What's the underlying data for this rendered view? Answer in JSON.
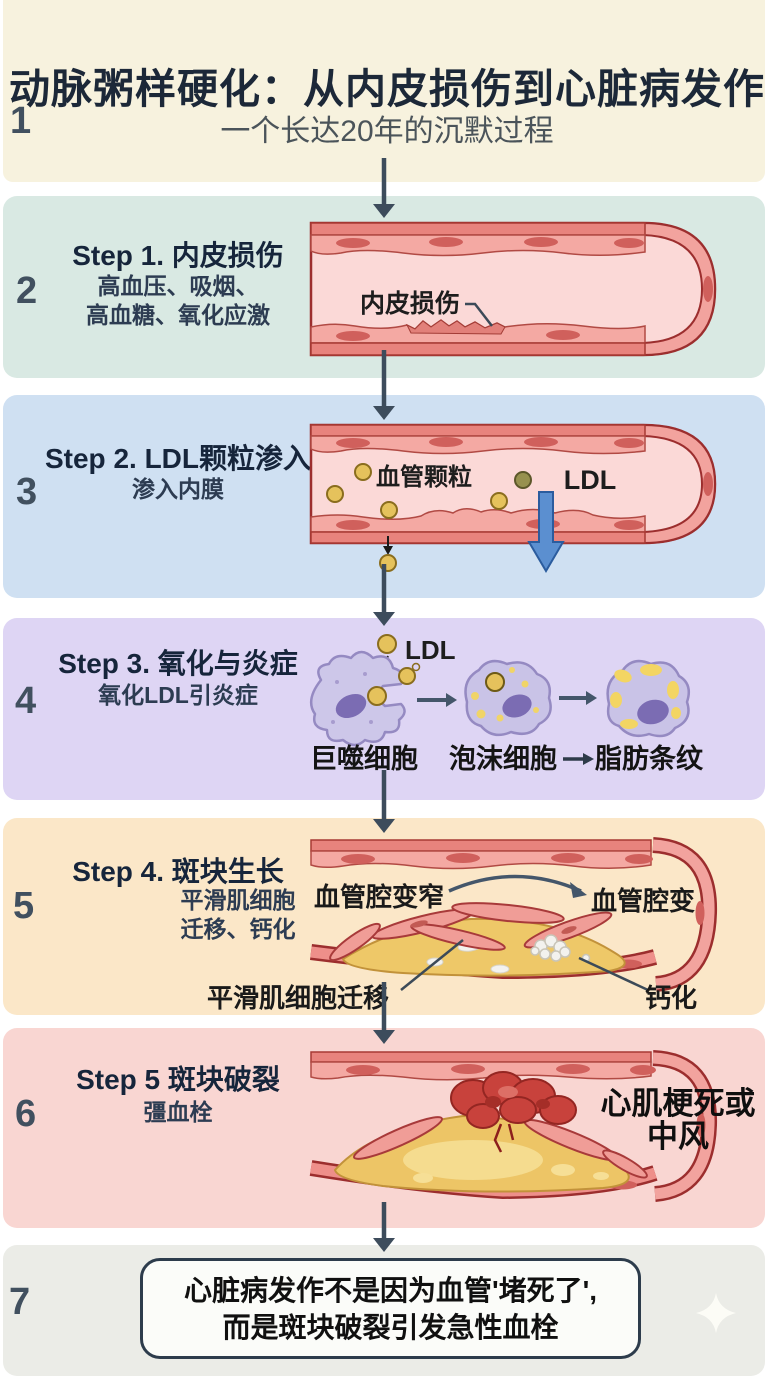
{
  "intro": {
    "number": "1",
    "title": "动脉粥样硬化：从内皮损伤到心脏病发作",
    "subtitle": "一个长达20年的沉默过程"
  },
  "step1": {
    "number": "2",
    "heading": "Step 1. 内皮损伤",
    "line1": "高血压、吸烟、",
    "line2": "高血糖、氧化应激",
    "vessel_label": "内皮损伤"
  },
  "step2": {
    "number": "3",
    "heading": "Step 2. LDL颗粒渗入",
    "line1": "渗入内膜",
    "particles_label": "血管颗粒",
    "ldl_label": "LDL"
  },
  "step3": {
    "number": "4",
    "heading": "Step 3. 氧化与炎症",
    "line1": "氧化LDL引炎症",
    "ldl_label": "LDL",
    "macrophage_label": "巨噬细胞",
    "foam_label": "泡沫细胞",
    "streak_label": "脂肪条纹"
  },
  "step4": {
    "number": "5",
    "heading": "Step 4. 斑块生长",
    "line1": "平滑肌细胞",
    "line2": "迁移、钙化",
    "narrowing_label_left": "血管腔变窄",
    "narrowing_label_right": "血管腔变",
    "smc_label": "平滑肌细胞迁移",
    "calcification_label": "钙化"
  },
  "step5": {
    "number": "6",
    "heading": "Step 5 斑块破裂",
    "line1": "彊血栓",
    "outcome_line1": "心肌梗死或",
    "outcome_line2": "中风"
  },
  "conclusion": {
    "number": "7",
    "line1": "心脏病发作不是因为血管'堵死了',",
    "line2": "而是斑块破裂引发急性血栓"
  },
  "palette": {
    "intro_bg": "#f7f2de",
    "step1_bg": "#d9e9e3",
    "step2_bg": "#cfe0f2",
    "step3_bg": "#ded5f4",
    "step4_bg": "#fbe7c8",
    "step5_bg": "#f9d6d2",
    "conclusion_bg": "#ebece7",
    "title_color": "#1c2838",
    "number_color": "#41505f",
    "flow_arrow": "#3d4c5c",
    "vessel_outline": "#9c2e2e",
    "vessel_wall": "#f2a39e",
    "vessel_lumen": "#fbd9d7",
    "endothelial_cell": "#d0605c",
    "ldl_particle": "#e5c25c",
    "oxidized_ldl": "#97914f",
    "ldl_arrow_blue": "#5b8fd0",
    "immune_cell": "#cdc7e9",
    "cell_nucleus": "#7b6cb3",
    "lipid_dot": "#f0d468",
    "plaque": "#eec868",
    "calcification": "#f3f2ee",
    "thrombus": "#c8423c"
  }
}
